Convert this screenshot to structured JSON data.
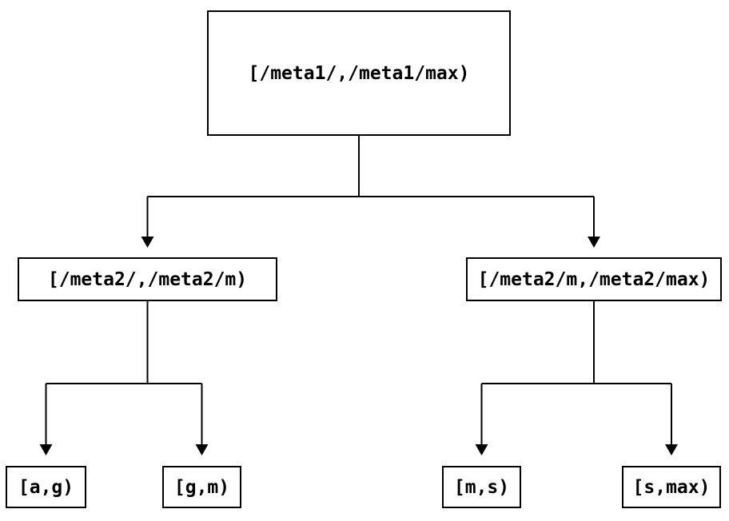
{
  "diagram": {
    "type": "binary-tree",
    "tree": {
      "root": {
        "label": "[/meta1/,/meta1/max)"
      },
      "left": {
        "label": "[/meta2/,/meta2/m)"
      },
      "right": {
        "label": "[/meta2/m,/meta2/max)"
      },
      "left_left": {
        "label": "[a,g)"
      },
      "left_right": {
        "label": "[g,m)"
      },
      "right_left": {
        "label": "[m,s)"
      },
      "right_right": {
        "label": "[s,max)"
      }
    },
    "edges": [
      {
        "from": "root",
        "to": "left"
      },
      {
        "from": "root",
        "to": "right"
      },
      {
        "from": "left",
        "to": "left_left"
      },
      {
        "from": "left",
        "to": "left_right"
      },
      {
        "from": "right",
        "to": "right_left"
      },
      {
        "from": "right",
        "to": "right_right"
      }
    ],
    "icons": {
      "arrowhead": "triangle-down"
    },
    "colors": {
      "background": "#ffffff",
      "line": "#000000",
      "text": "#000000",
      "node_fill": "#ffffff"
    }
  }
}
